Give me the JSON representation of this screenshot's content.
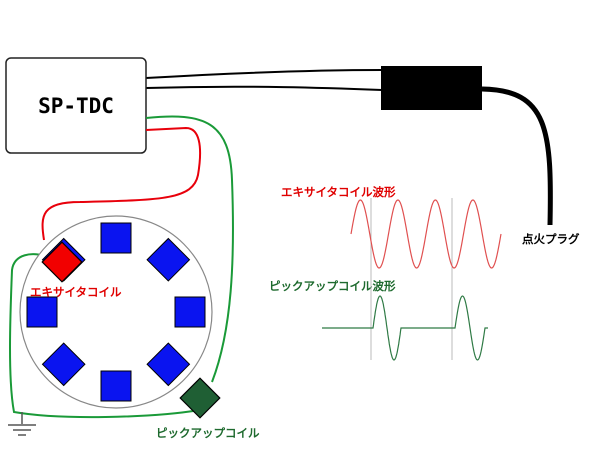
{
  "module": {
    "title": "SP-TDC"
  },
  "labels": {
    "exciter_coil": "エキサイタコイル",
    "pickup_coil": "ピックアップコイル",
    "spark_plug": "点火プラグ",
    "exciter_waveform": "エキサイタコイル波形",
    "pickup_waveform": "ピックアップコイル波形"
  },
  "colors": {
    "exciter_wire": "#e8000b",
    "pickup_wire": "#1a9a38",
    "exciter_label": "#e00000",
    "pickup_label": "#1e6a2e",
    "rotor_tooth": "#0a14f0",
    "exciter_coil": "#f20000",
    "pickup_coil": "#1f5f34",
    "exciter_wave": "#e05050",
    "pickup_wave": "#2f7a45",
    "ignition_coil": "#000000"
  },
  "rotor": {
    "tooth_count": 8
  },
  "waveforms": {
    "exciter": {
      "cycles": 4,
      "shape": "sine"
    },
    "pickup": {
      "pulses": 2,
      "shape": "dipole-pulse"
    }
  }
}
